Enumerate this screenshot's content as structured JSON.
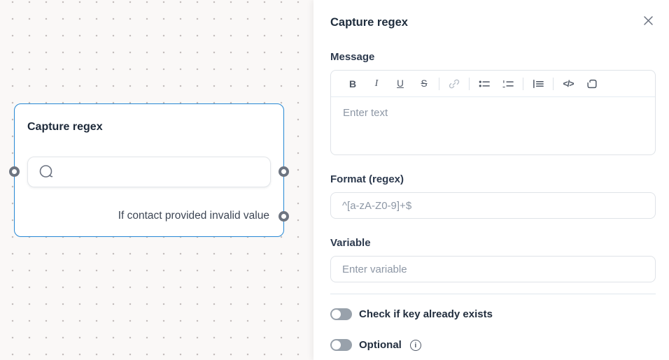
{
  "canvas": {
    "node": {
      "title": "Capture regex",
      "footer_label": "If contact provided invalid value",
      "border_color": "#2688d4",
      "bubble_icon": "speech-bubble-icon"
    }
  },
  "panel": {
    "title": "Capture regex",
    "message_label": "Message",
    "editor": {
      "placeholder": "Enter text",
      "toolbar": {
        "bold": "B",
        "italic": "I",
        "underline": "U",
        "strikethrough": "S",
        "code": "</>"
      },
      "toolbar_icon_names": [
        "bold",
        "italic",
        "underline",
        "strikethrough",
        "link",
        "bullet-list",
        "ordered-list",
        "indent-list",
        "code",
        "embed-code"
      ]
    },
    "format_label": "Format (regex)",
    "format_placeholder": "^[a-zA-Z0-9]+$",
    "variable_label": "Variable",
    "variable_placeholder": "Enter variable",
    "toggles": [
      {
        "label": "Check if key already exists",
        "state": "off"
      },
      {
        "label": "Optional",
        "state": "off",
        "info_glyph": "i"
      }
    ]
  },
  "colors": {
    "accent_blue": "#2688d4",
    "canvas_bg": "#faf8f7",
    "panel_bg": "#ffffff",
    "text_dark": "#1f2d3d",
    "placeholder_gray": "#8d97a5",
    "toggle_off_gray": "#98a1ab",
    "port_gray": "#6d7480"
  }
}
